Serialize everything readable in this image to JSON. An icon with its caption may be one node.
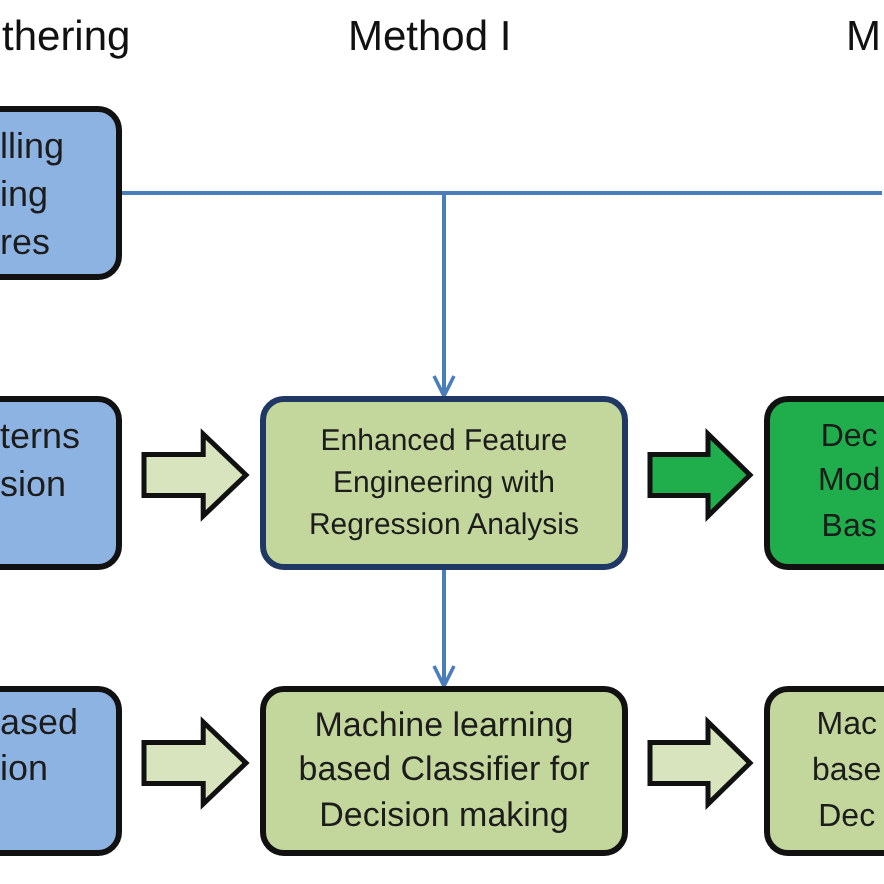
{
  "diagram": {
    "nodes": [
      {
        "text": [
          "lling ing res"
        ]
      },
      {
        "text": [
          "terns sion"
        ]
      },
      {
        "text": [
          "Enhanced Feature Engineering with Regression Analysis"
        ]
      },
      {
        "text": [
          "Dec Mod Bas"
        ]
      },
      {
        "text": [
          "ased ion"
        ]
      },
      {
        "text": [
          "Machine learning based Classifier for Decision making"
        ]
      },
      {
        "text": [
          "Mac base Dec"
        ]
      }
    ],
    "edges": [
      {
        "from": 0,
        "to": 2,
        "arrow": "to"
      },
      {
        "from": 0,
        "to": null,
        "arrow": "none"
      },
      {
        "from": 1,
        "to": 2,
        "arrow": "to",
        "style": "thick"
      },
      {
        "from": 2,
        "to": 3,
        "arrow": "to",
        "style": "thick",
        "color": "#1fae4b"
      },
      {
        "from": 2,
        "to": 5,
        "arrow": "to"
      },
      {
        "from": 4,
        "to": 5,
        "arrow": "to",
        "style": "thick"
      },
      {
        "from": 5,
        "to": 6,
        "arrow": "to",
        "style": "thick"
      }
    ],
    "labels": [
      "thering",
      "Method I",
      "M"
    ]
  }
}
